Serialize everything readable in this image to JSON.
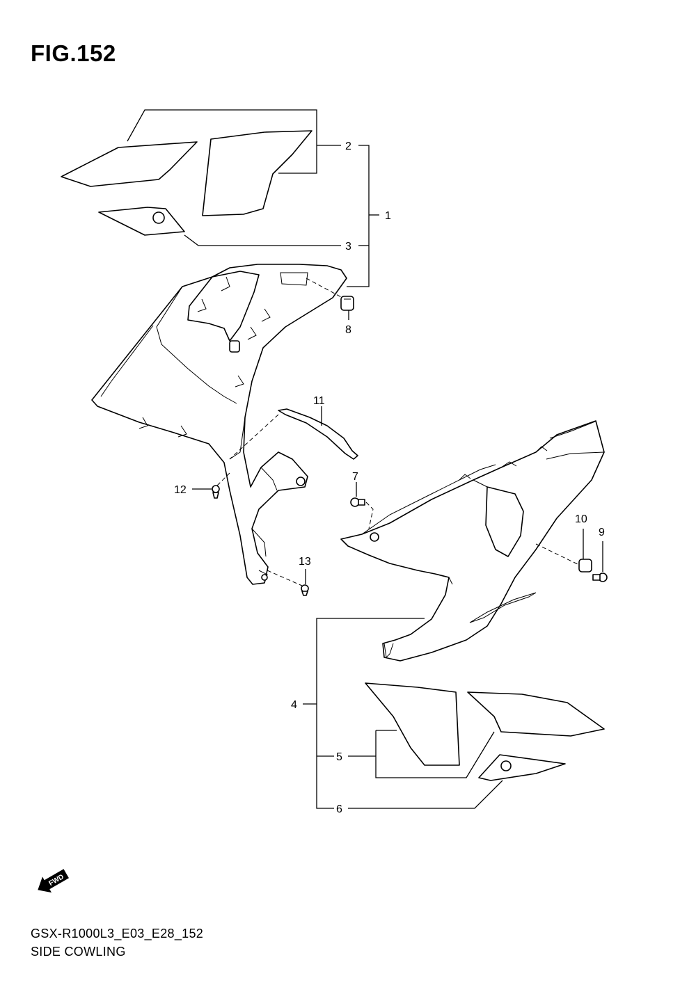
{
  "figure": {
    "title": "FIG.152",
    "code": "GSX-R1000L3_E03_E28_152",
    "name": "SIDE COWLING"
  },
  "callouts": [
    "1",
    "2",
    "3",
    "4",
    "5",
    "6",
    "7",
    "8",
    "9",
    "10",
    "11",
    "12",
    "13"
  ],
  "fwd_label": "FWD",
  "fwd_icon": "forward-direction-arrow-icon"
}
